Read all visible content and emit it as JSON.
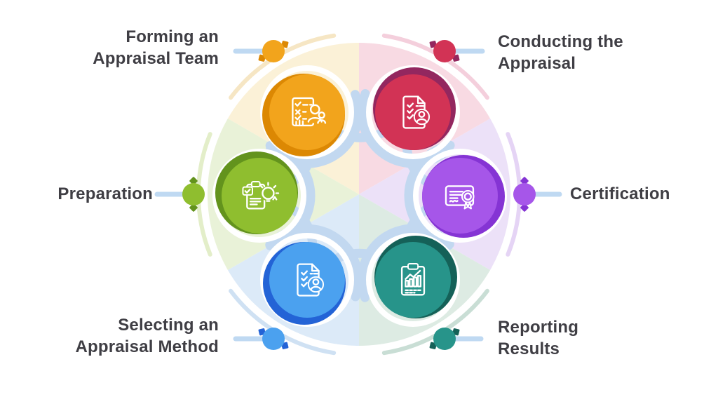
{
  "diagram": {
    "type": "process-cycle",
    "topic": "Appraisal process — six steps",
    "background": "#FFFFFF",
    "text_color": "#3F3E44",
    "ring_color": "#C2D8F0",
    "connector_line_color": "#BFD9F2",
    "steps": [
      {
        "id": "forming-appraisal-team",
        "label_lines": [
          "Forming an",
          "Appraisal Team"
        ],
        "position": "top-left",
        "color": "#F2A41C",
        "dark_color": "#DC8803",
        "tint": "#FBF1D7",
        "arc_color": "#F6E6C4",
        "icon": "team-checklist-icon"
      },
      {
        "id": "conducting-the-appraisal",
        "label_lines": [
          "Conducting the",
          "Appraisal"
        ],
        "position": "top-right",
        "color": "#D23355",
        "dark_color": "#93275F",
        "tint": "#F8DAE3",
        "arc_color": "#F4CFDC",
        "icon": "document-person-check-icon"
      },
      {
        "id": "certification",
        "label_lines": [
          "Certification"
        ],
        "position": "right",
        "color": "#A656E9",
        "dark_color": "#8534D4",
        "tint": "#ECE1F8",
        "arc_color": "#E5D4F5",
        "icon": "certificate-icon"
      },
      {
        "id": "reporting-results",
        "label_lines": [
          "Reporting",
          "Results"
        ],
        "position": "bottom-right",
        "color": "#27948A",
        "dark_color": "#156158",
        "tint": "#DDEBE3",
        "arc_color": "#C9DED5",
        "icon": "report-chart-icon"
      },
      {
        "id": "selecting-appraisal-method",
        "label_lines": [
          "Selecting an",
          "Appraisal Method"
        ],
        "position": "bottom-left",
        "color": "#4BA1EF",
        "dark_color": "#2363D6",
        "tint": "#DCEAF8",
        "arc_color": "#CFE1F3",
        "icon": "document-person-check-icon"
      },
      {
        "id": "preparation",
        "label_lines": [
          "Preparation"
        ],
        "position": "left",
        "color": "#8FBE2F",
        "dark_color": "#63931D",
        "tint": "#E9F2D8",
        "arc_color": "#E3EEC9",
        "icon": "clipboard-idea-icon"
      }
    ]
  }
}
